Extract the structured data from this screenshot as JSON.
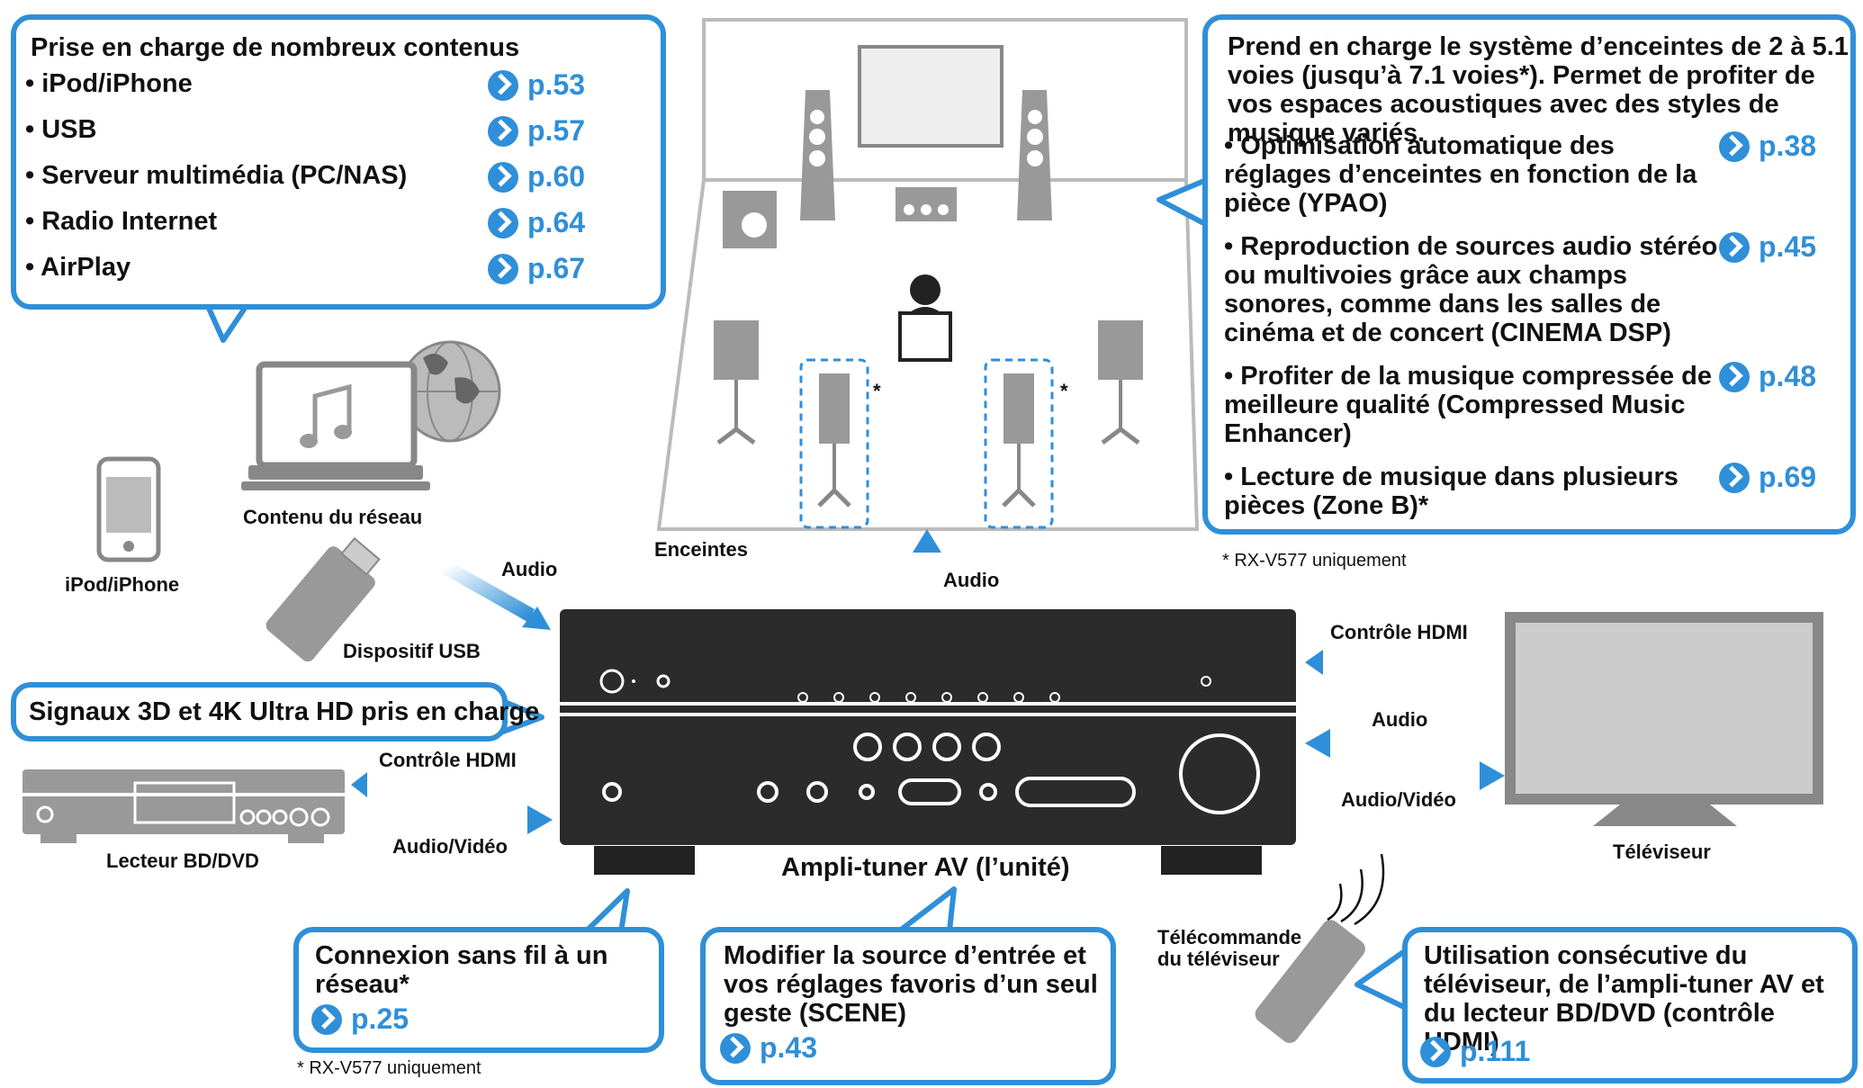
{
  "content_box": {
    "title": "Prise en charge de nombreux contenus",
    "items": [
      {
        "label": "• iPod/iPhone",
        "ref": "p.53"
      },
      {
        "label": "• USB",
        "ref": "p.57"
      },
      {
        "label": "• Serveur multimédia (PC/NAS)",
        "ref": "p.60"
      },
      {
        "label": "• Radio Internet",
        "ref": "p.64"
      },
      {
        "label": "• AirPlay",
        "ref": "p.67"
      }
    ]
  },
  "speaker_box": {
    "intro": "Prend en charge le système d’enceintes de 2 à 5.1 voies (jusqu’à 7.1 voies*). Permet de profiter de vos espaces acoustiques avec des styles de musique variés.",
    "items": [
      {
        "label": "• Optimisation automatique des réglages d’enceintes en fonction de la pièce (YPAO)",
        "ref": "p.38"
      },
      {
        "label": "• Reproduction de sources audio stéréo ou multivoies grâce aux champs sonores, comme dans les salles de cinéma et de concert (CINEMA DSP)",
        "ref": "p.45"
      },
      {
        "label": "• Profiter de la musique compressée de meilleure qualité (Compressed Music Enhancer)",
        "ref": "p.48"
      },
      {
        "label": "• Lecture de musique dans plusieurs pièces (Zone B)*",
        "ref": "p.69"
      }
    ],
    "note": "* RX-V577 uniquement"
  },
  "signals_box": {
    "text": "Signaux 3D et 4K Ultra HD pris en charge"
  },
  "wireless_box": {
    "text": "Connexion sans fil à un réseau*",
    "ref": "p.25",
    "note": "* RX-V577 uniquement"
  },
  "scene_box": {
    "text": "Modifier la source d’entrée et vos réglages favoris d’un seul geste (SCENE)",
    "ref": "p.43"
  },
  "hdmi_box": {
    "text": "Utilisation consécutive du téléviseur, de l’ampli-tuner AV et du lecteur BD/DVD (contrôle HDMI)",
    "ref": "p.111"
  },
  "labels": {
    "network_content": "Contenu du réseau",
    "ipod": "iPod/iPhone",
    "usb_device": "Dispositif USB",
    "audio_in": "Audio",
    "speakers": "Enceintes",
    "audio_out": "Audio",
    "hdmi_control_bd": "Contrôle HDMI",
    "bd_player": "Lecteur BD/DVD",
    "audio_video_bd": "Audio/Vidéo",
    "receiver": "Ampli-tuner AV (l’unité)",
    "hdmi_control_tv": "Contrôle HDMI",
    "audio_tv": "Audio",
    "audio_video_tv": "Audio/Vidéo",
    "tv": "Téléviseur",
    "tv_remote": "Télécommande du téléviseur",
    "star": "*"
  },
  "colors": {
    "accent": "#2f8fd8",
    "device": "#8c8c8c",
    "receiver": "#2b2b2b"
  }
}
